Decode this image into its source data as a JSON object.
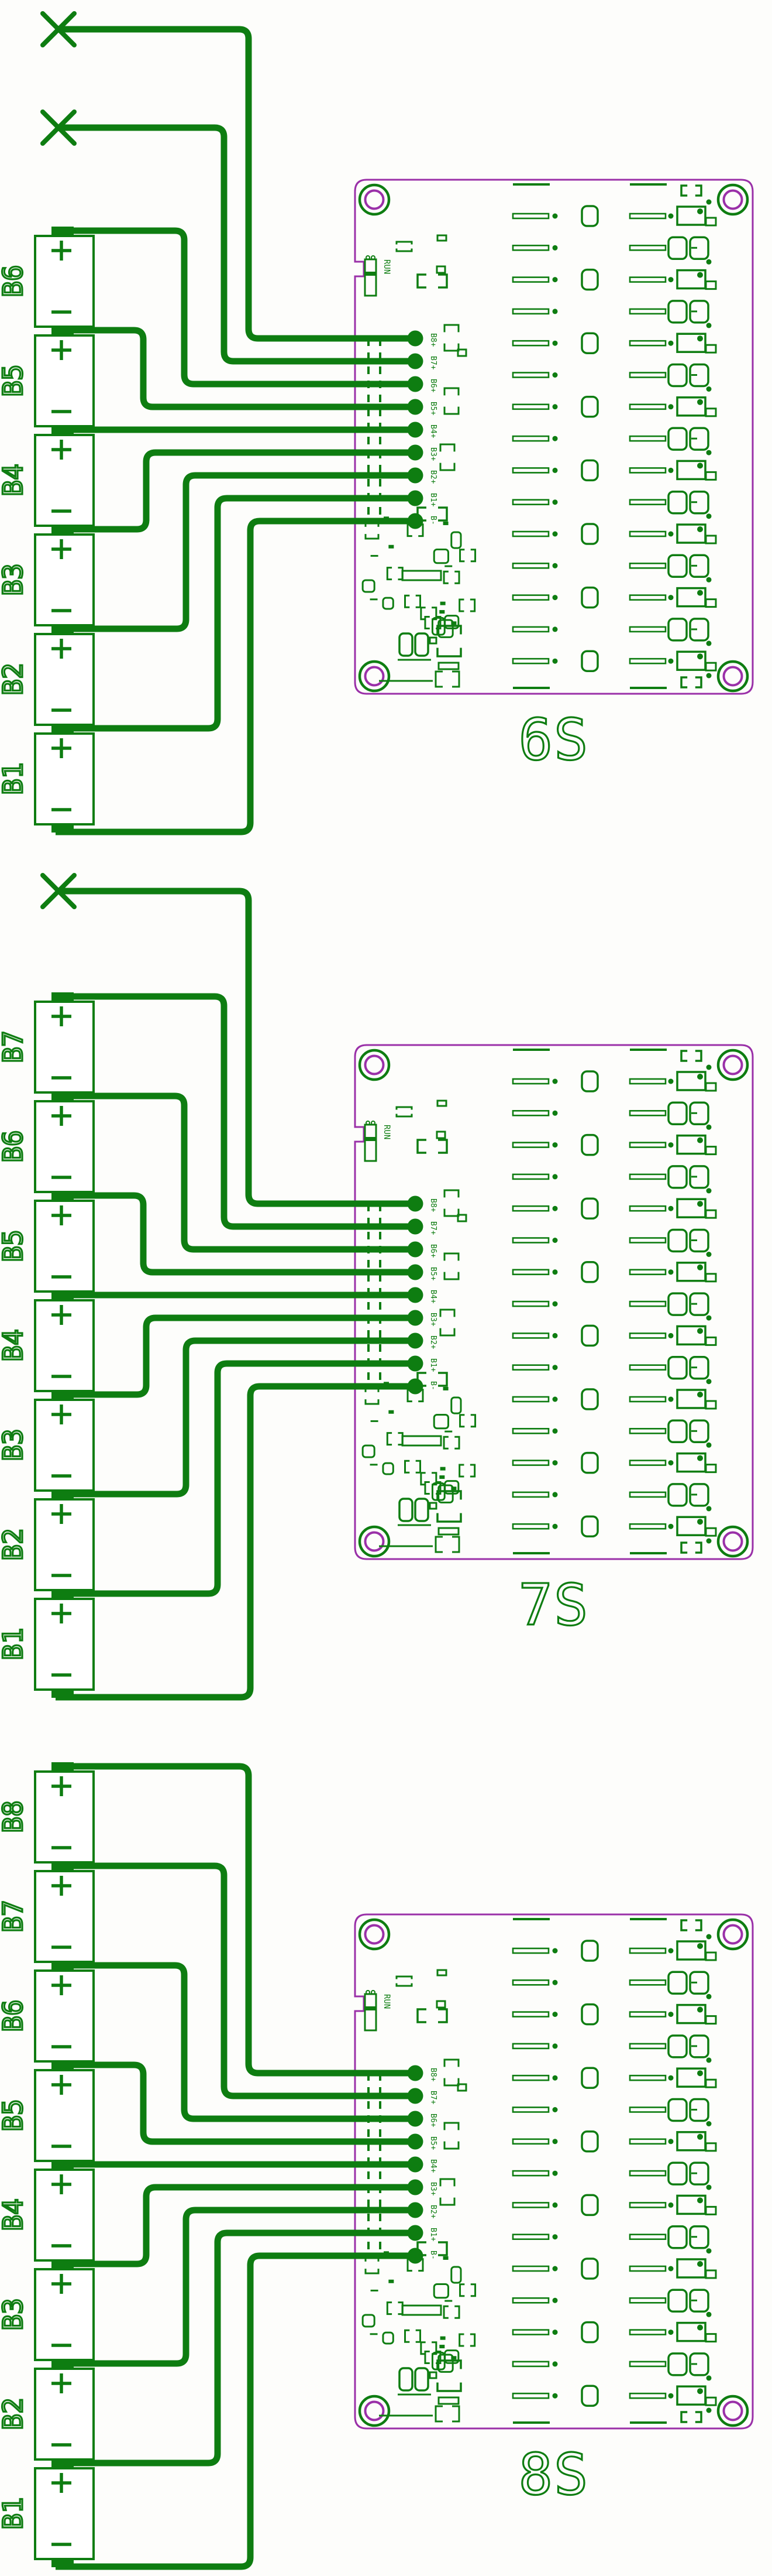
{
  "colors": {
    "trace_green": "#0E7D11",
    "board_purple": "#9A30A8",
    "background": "#fdfdfb"
  },
  "board": {
    "run_label": "RUN",
    "pad_labels": [
      "B8+",
      "B7+",
      "B6+",
      "B5+",
      "B4+",
      "B3+",
      "B2+",
      "B1+",
      "B-"
    ]
  },
  "battery_symbols": {
    "plus": "+",
    "minus": "−"
  },
  "sections": [
    {
      "title": "6S",
      "batteries": [
        "B6",
        "B5",
        "B4",
        "B3",
        "B2",
        "B1"
      ],
      "unconnected_marks": 2,
      "rows": [
        {
          "pad": "B8+",
          "source": "X"
        },
        {
          "pad": "B7+",
          "source": "X"
        },
        {
          "pad": "B6+",
          "source": "B6+"
        },
        {
          "pad": "B5+",
          "source": "B5+"
        },
        {
          "pad": "B4+",
          "source": "B4+"
        },
        {
          "pad": "B3+",
          "source": "B3+"
        },
        {
          "pad": "B2+",
          "source": "B2+"
        },
        {
          "pad": "B1+",
          "source": "B1+"
        },
        {
          "pad": "B-",
          "source": "B1-"
        }
      ]
    },
    {
      "title": "7S",
      "batteries": [
        "B7",
        "B6",
        "B5",
        "B4",
        "B3",
        "B2",
        "B1"
      ],
      "unconnected_marks": 1,
      "rows": [
        {
          "pad": "B8+",
          "source": "X"
        },
        {
          "pad": "B7+",
          "source": "B7+"
        },
        {
          "pad": "B6+",
          "source": "B6+"
        },
        {
          "pad": "B5+",
          "source": "B5+"
        },
        {
          "pad": "B4+",
          "source": "B4+"
        },
        {
          "pad": "B3+",
          "source": "B3+"
        },
        {
          "pad": "B2+",
          "source": "B2+"
        },
        {
          "pad": "B1+",
          "source": "B1+"
        },
        {
          "pad": "B-",
          "source": "B1-"
        }
      ]
    },
    {
      "title": "8S",
      "batteries": [
        "B8",
        "B7",
        "B6",
        "B5",
        "B4",
        "B3",
        "B2",
        "B1"
      ],
      "unconnected_marks": 0,
      "rows": [
        {
          "pad": "B8+",
          "source": "B8+"
        },
        {
          "pad": "B7+",
          "source": "B7+"
        },
        {
          "pad": "B6+",
          "source": "B6+"
        },
        {
          "pad": "B5+",
          "source": "B5+"
        },
        {
          "pad": "B4+",
          "source": "B4+"
        },
        {
          "pad": "B3+",
          "source": "B3+"
        },
        {
          "pad": "B2+",
          "source": "B2+"
        },
        {
          "pad": "B1+",
          "source": "B1+"
        },
        {
          "pad": "B-",
          "source": "B1-"
        }
      ]
    }
  ]
}
